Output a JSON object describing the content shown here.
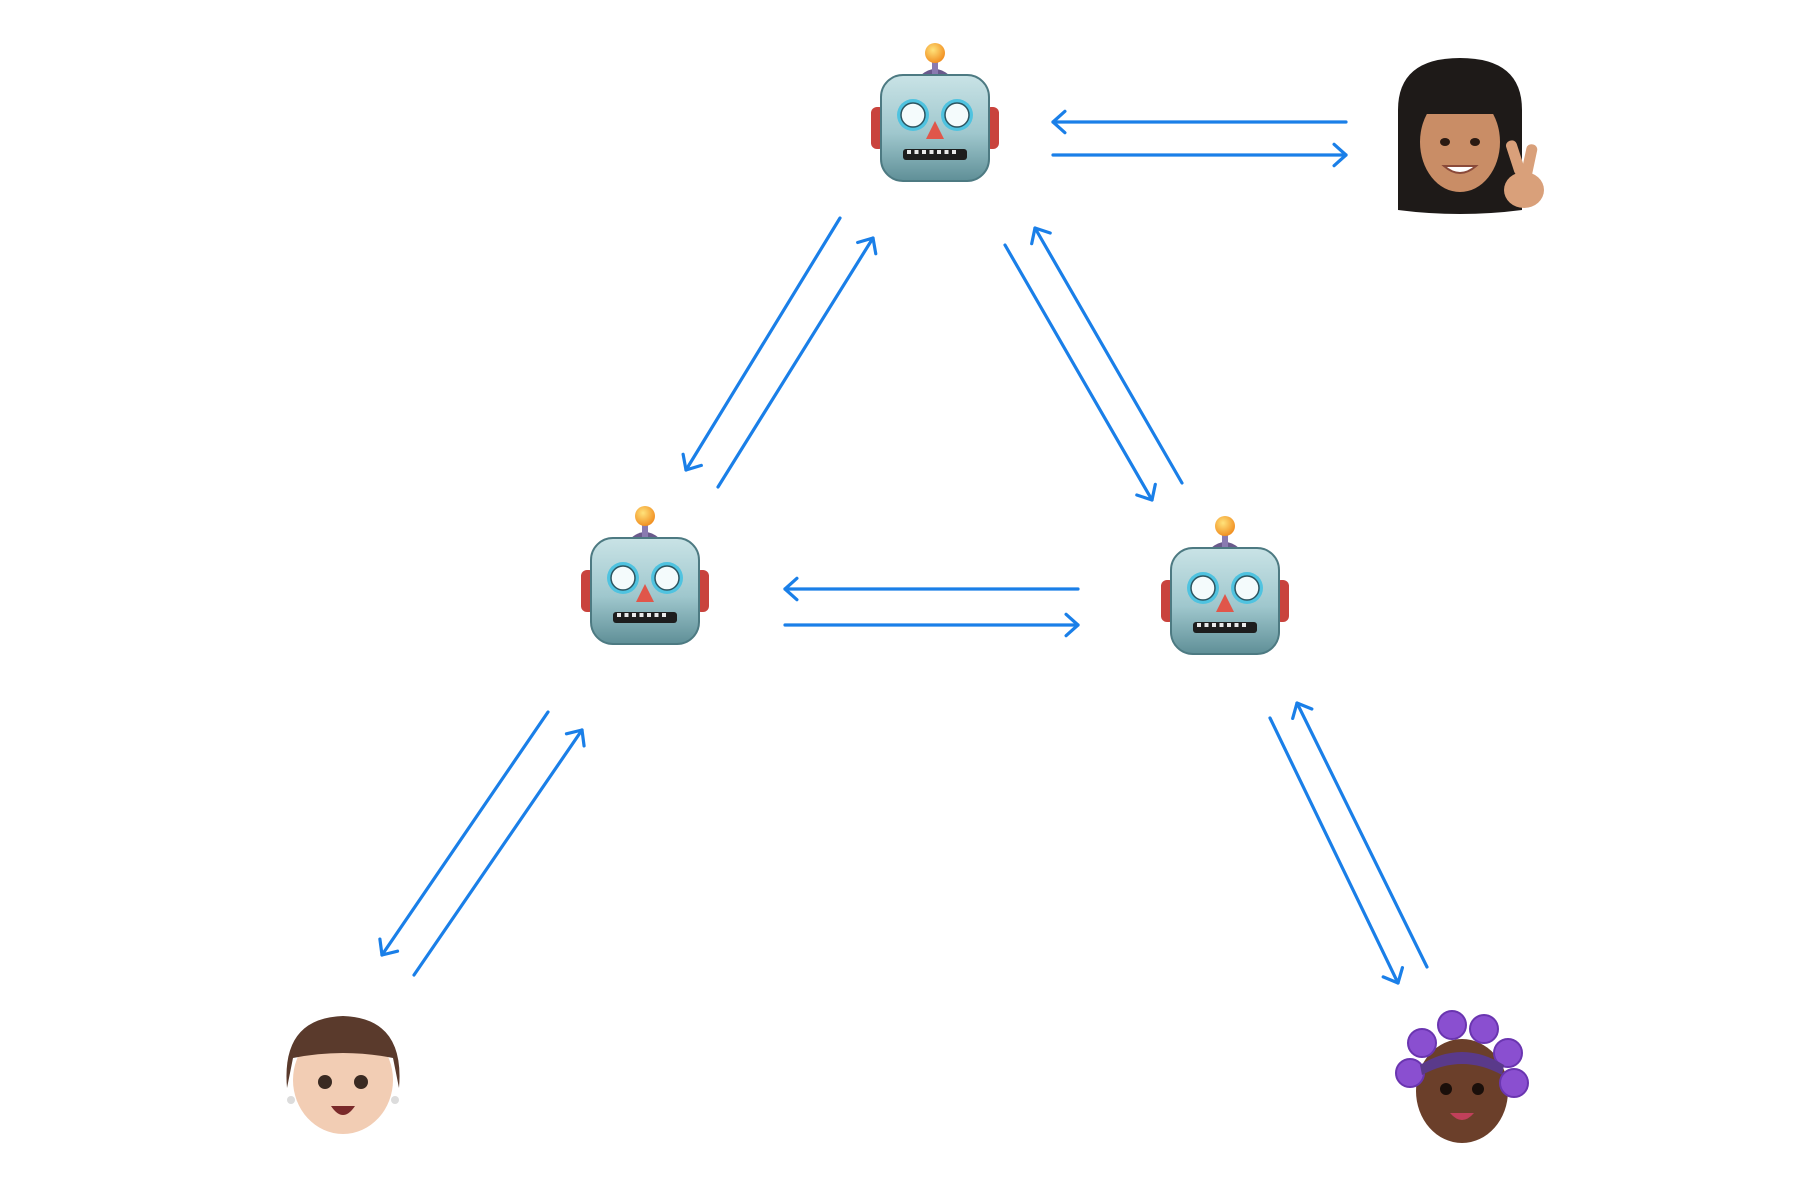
{
  "diagram": {
    "type": "agent-network",
    "colors": {
      "arrow": "#1a7fe8",
      "background": "#ffffff",
      "robot_face": "#9fc7cd",
      "robot_face_dark": "#5f8f97",
      "robot_eye_ring": "#4fc3e0",
      "robot_nose": "#e0564a",
      "robot_ear": "#c9433d",
      "robot_antenna": "#f5a623"
    },
    "nodes": [
      {
        "id": "robot-top",
        "kind": "robot",
        "icon": "robot-icon"
      },
      {
        "id": "robot-left",
        "kind": "robot",
        "icon": "robot-icon"
      },
      {
        "id": "robot-right",
        "kind": "robot",
        "icon": "robot-icon"
      },
      {
        "id": "user-top-right",
        "kind": "person",
        "icon": "woman-peace-sign-avatar-icon",
        "hair": "#1e1a18",
        "skin": "#c98d66"
      },
      {
        "id": "user-bottom-left",
        "kind": "person",
        "icon": "short-hair-avatar-icon",
        "hair": "#5a3a2c",
        "skin": "#f2cdb4"
      },
      {
        "id": "user-bottom-right",
        "kind": "person",
        "icon": "bantu-knots-avatar-icon",
        "hair": "#8a4fd0",
        "skin": "#6b3f2a"
      }
    ],
    "edges": [
      {
        "a": "robot-top",
        "b": "user-top-right",
        "direction": "bidirectional"
      },
      {
        "a": "robot-top",
        "b": "robot-left",
        "direction": "bidirectional"
      },
      {
        "a": "robot-top",
        "b": "robot-right",
        "direction": "bidirectional"
      },
      {
        "a": "robot-left",
        "b": "robot-right",
        "direction": "bidirectional"
      },
      {
        "a": "robot-left",
        "b": "user-bottom-left",
        "direction": "bidirectional"
      },
      {
        "a": "robot-right",
        "b": "user-bottom-right",
        "direction": "bidirectional"
      }
    ]
  }
}
